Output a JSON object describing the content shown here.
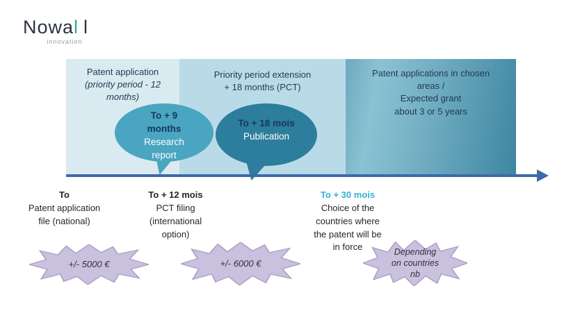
{
  "logo": {
    "part1": "Nowa",
    "part2": "l",
    "part3": "l",
    "tagline": "innovation"
  },
  "timeline": {
    "segments": [
      {
        "title": "Patent application",
        "subtitle_lines": [
          "(priority period - 12",
          "months)"
        ]
      },
      {
        "title": "Priority period extension",
        "subtitle": "+ 18 months (PCT)"
      },
      {
        "lines": [
          "Patent applications in chosen",
          "areas /",
          "Expected grant",
          "about 3 or 5 years"
        ]
      }
    ],
    "bubbles": [
      {
        "header_lines": [
          "To + 9",
          "months"
        ],
        "body_lines": [
          "Research",
          "report"
        ]
      },
      {
        "header_lines": [
          "To + 18 mois"
        ],
        "body_lines": [
          "Publication"
        ]
      }
    ]
  },
  "milestones": [
    {
      "title": "To",
      "lines": [
        "Patent application",
        "file (national)"
      ]
    },
    {
      "title": "To + 12 mois",
      "lines": [
        "PCT filing",
        "(international",
        "option)"
      ]
    },
    {
      "title": "To + 30 mois",
      "lines": [
        "Choice of the",
        "countries where",
        "the patent will be",
        "in force"
      ]
    }
  ],
  "costs": [
    {
      "lines": [
        "+/- 5000 €"
      ]
    },
    {
      "lines": [
        "+/- 6000 €"
      ]
    },
    {
      "lines": [
        "Depending",
        "on countries",
        "nb"
      ]
    }
  ],
  "colors": {
    "brand_green": "#27b295",
    "logo_text": "#2b3340",
    "segment1_bg": "#d9eaf1",
    "segment2_bg": "#b9dbe8",
    "segment3_gradient_start": "#8ac2d3",
    "segment3_gradient_end": "#3e86a1",
    "bubble1_bg": "#4aa5c0",
    "bubble2_bg": "#2d7d9d",
    "bubble_header_text": "#17365d",
    "bubble_body_text": "#ffffff",
    "band_text": "#1f3a54",
    "arrow": "#3d69aa",
    "milestone3_title": "#2fb3d9",
    "burst_fill": "#c9c1dd",
    "burst_border": "#a89dc6"
  }
}
